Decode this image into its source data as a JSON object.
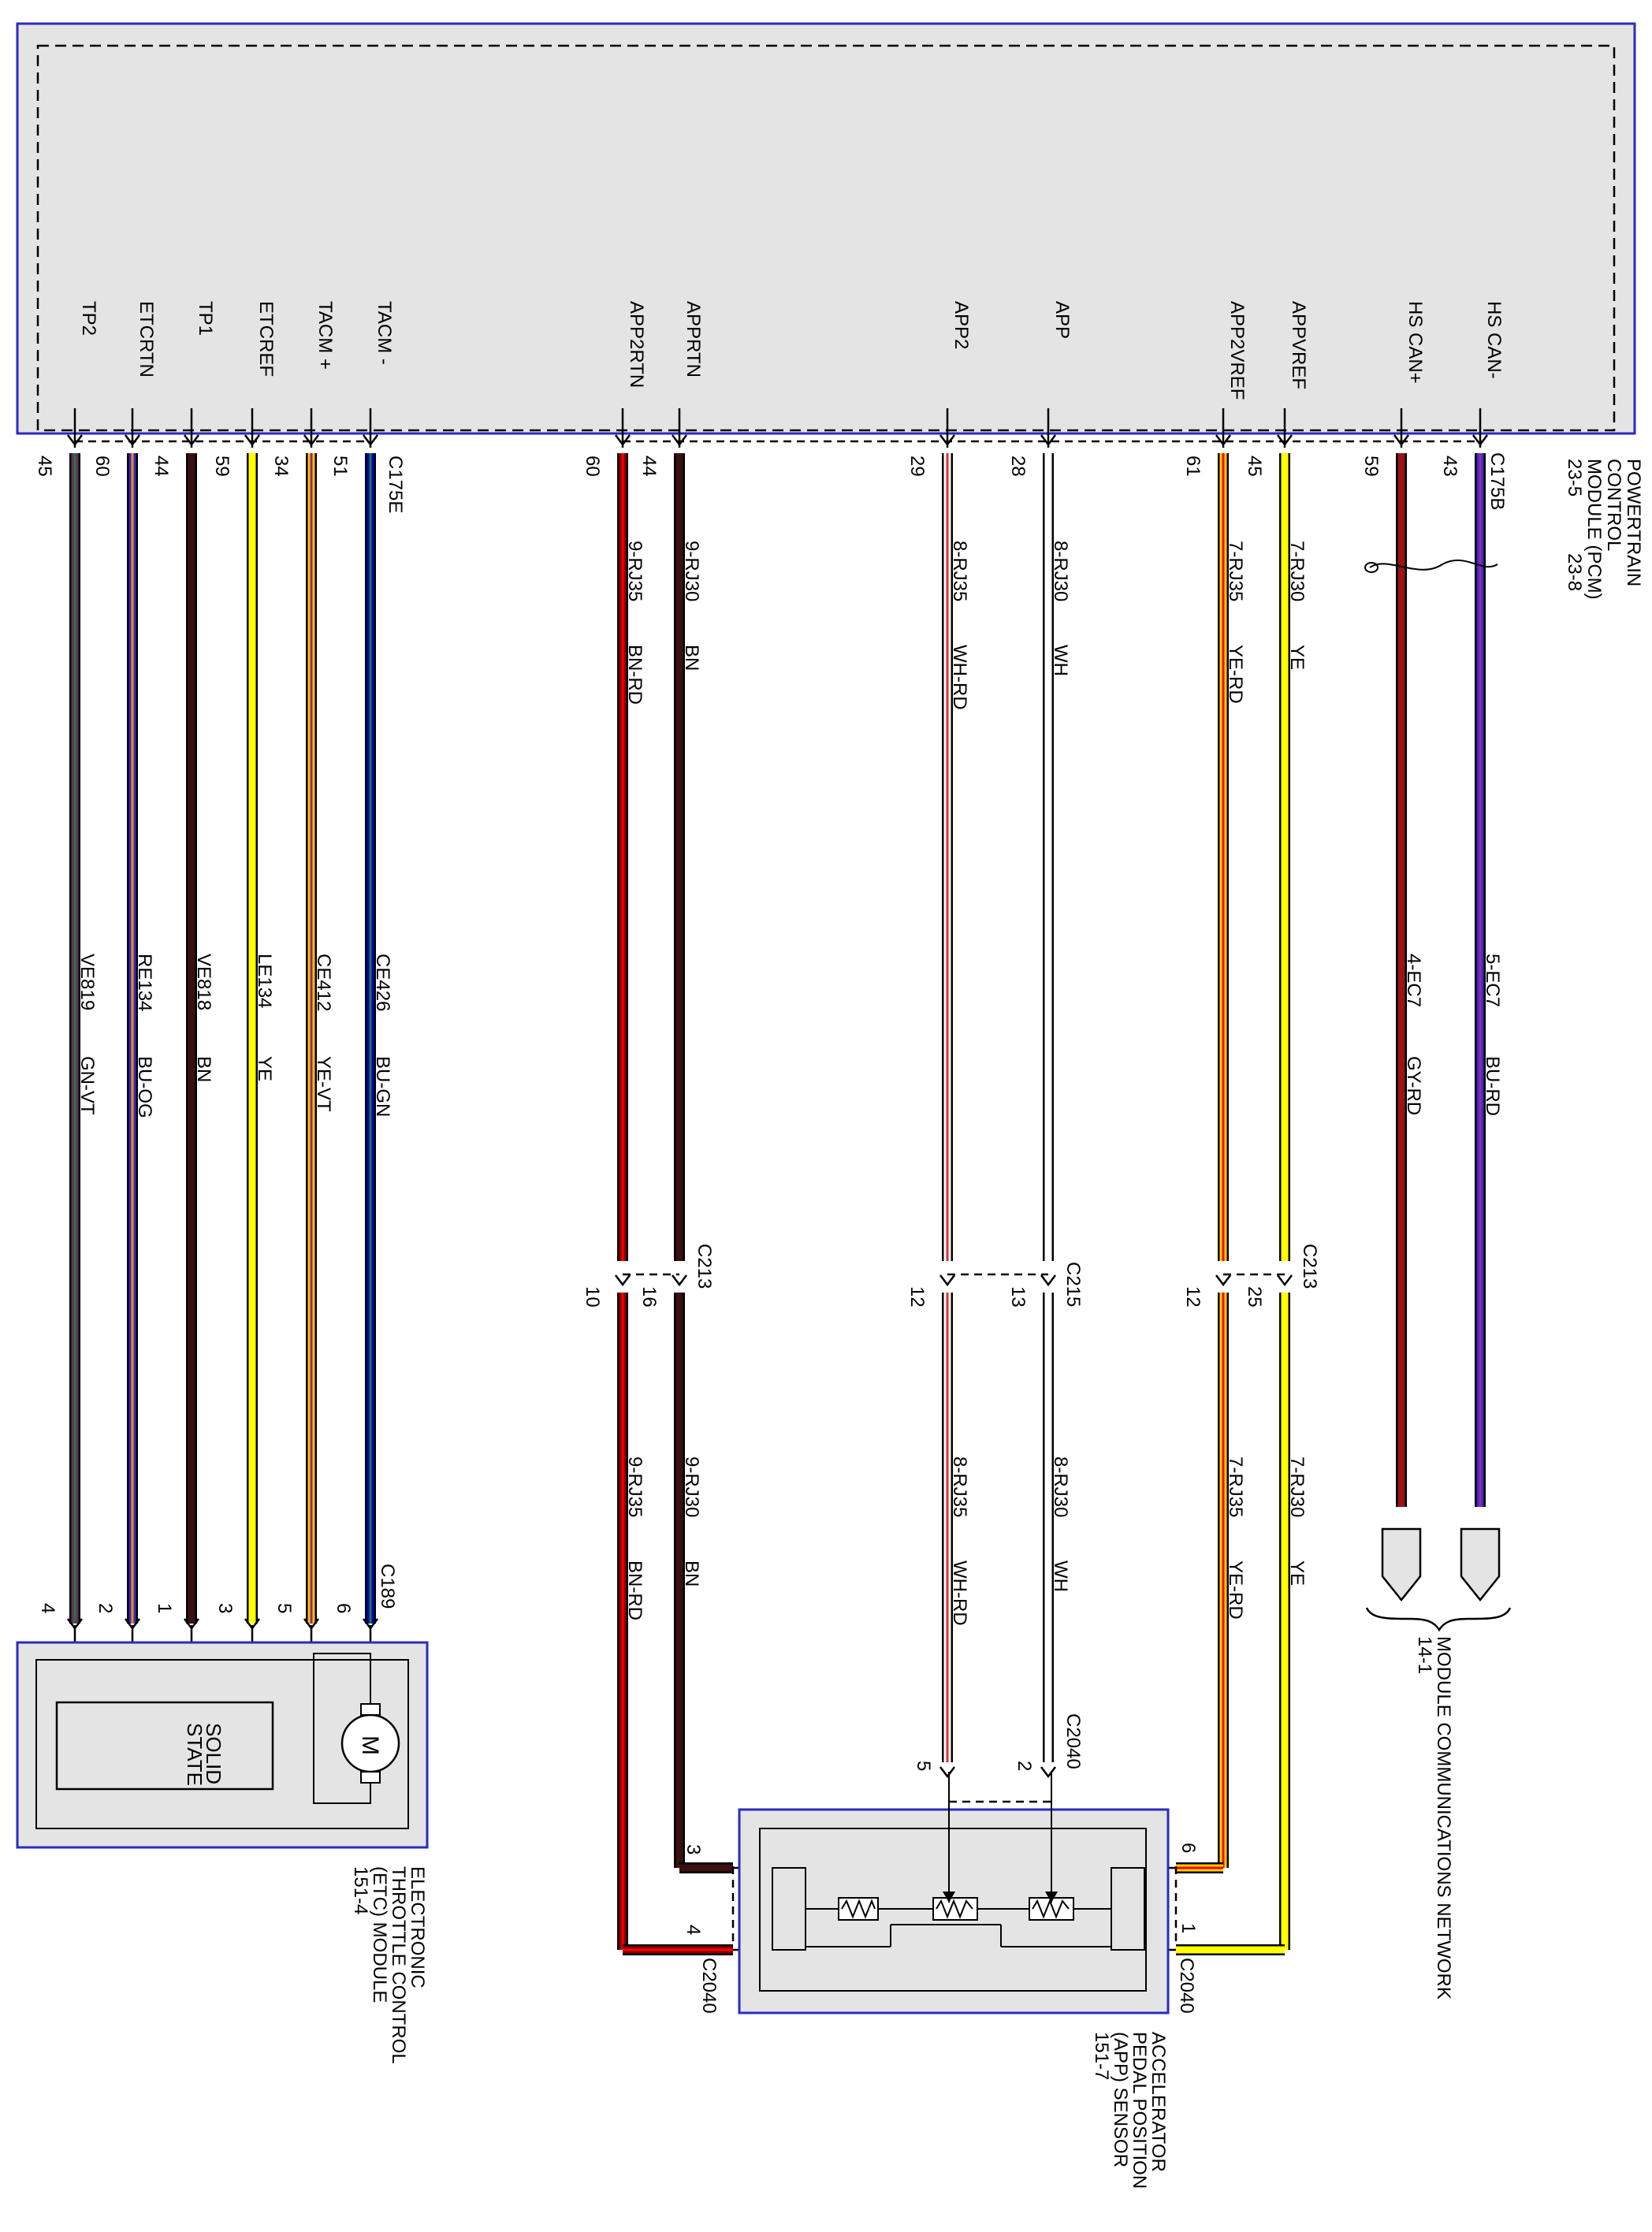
{
  "pcm": {
    "label_lines": [
      "POWERTRAIN",
      "CONTROL",
      "MODULE (PCM)",
      "23-5",
      "23-8"
    ],
    "connector_etc": "C175E",
    "connector_app": "C175B",
    "pins": [
      {
        "id": "tp2",
        "name": "TP2",
        "pin": "45"
      },
      {
        "id": "etcrtn",
        "name": "ETCRTN",
        "pin": "60"
      },
      {
        "id": "tp1",
        "name": "TP1",
        "pin": "44"
      },
      {
        "id": "etcref",
        "name": "ETCREF",
        "pin": "59"
      },
      {
        "id": "tacmp",
        "name": "TACM +",
        "pin": "34"
      },
      {
        "id": "tacmm",
        "name": "TACM -",
        "pin": "51"
      },
      {
        "id": "app2rtn",
        "name": "APP2RTN",
        "pin": "60"
      },
      {
        "id": "apprtn",
        "name": "APPRTN",
        "pin": "44"
      },
      {
        "id": "app2",
        "name": "APP2",
        "pin": "29"
      },
      {
        "id": "app",
        "name": "APP",
        "pin": "28"
      },
      {
        "id": "app2vref",
        "name": "APP2VREF",
        "pin": "61"
      },
      {
        "id": "appvref",
        "name": "APPVREF",
        "pin": "45"
      },
      {
        "id": "hscanp",
        "name": "HS CAN+",
        "pin": "59"
      },
      {
        "id": "hscanm",
        "name": "HS CAN-",
        "pin": "43"
      }
    ]
  },
  "wires": [
    {
      "id": "tp2",
      "circuit": "VE819",
      "color": "GN-VT",
      "colors": [
        "#6b2a6b",
        "#1f7a2a"
      ],
      "end_pin": "4"
    },
    {
      "id": "etcrtn",
      "circuit": "RE134",
      "color": "BU-OG",
      "colors": [
        "#2a2ad0",
        "#ff8c00"
      ],
      "end_pin": "2"
    },
    {
      "id": "tp1",
      "circuit": "VE818",
      "color": "BN",
      "colors": [
        "#3a1010"
      ],
      "end_pin": "1"
    },
    {
      "id": "etcref",
      "circuit": "LE134",
      "color": "YE",
      "colors": [
        "#ffff00"
      ],
      "end_pin": "3"
    },
    {
      "id": "tacmp",
      "circuit": "CE412",
      "color": "YE-VT",
      "colors": [
        "#ffc000",
        "#8a2c8a"
      ],
      "end_pin": "5"
    },
    {
      "id": "tacmm",
      "circuit": "CE426",
      "color": "BU-GN",
      "colors": [
        "#0000cc",
        "#1f7a2a"
      ],
      "end_pin": "6"
    },
    {
      "id": "app2rtn",
      "circuit": "9-RJ35",
      "color": "BN-RD",
      "colors": [
        "#8b0000",
        "#ff0000"
      ],
      "inline_pin": "10",
      "end_pin": "4"
    },
    {
      "id": "apprtn",
      "circuit": "9-RJ30",
      "color": "BN",
      "colors": [
        "#3a1010"
      ],
      "inline_pin": "16",
      "end_pin": "3"
    },
    {
      "id": "app2",
      "circuit": "8-RJ35",
      "color": "WH-RD",
      "colors": [
        "#ffffff",
        "#e03030"
      ],
      "inline_pin": "12",
      "end_pin": "5"
    },
    {
      "id": "app",
      "circuit": "8-RJ30",
      "color": "WH",
      "colors": [
        "#ffffff"
      ],
      "inline_pin": "13",
      "end_pin": "2"
    },
    {
      "id": "app2vref",
      "circuit": "7-RJ35",
      "color": "YE-RD",
      "colors": [
        "#ffd000",
        "#ff0000"
      ],
      "inline_pin": "12",
      "end_pin": "6"
    },
    {
      "id": "appvref",
      "circuit": "7-RJ30",
      "color": "YE",
      "colors": [
        "#ffff00"
      ],
      "inline_pin": "25",
      "end_pin": "1"
    },
    {
      "id": "hscanp",
      "circuit": "4-EC7",
      "color": "GY-RD",
      "colors": [
        "#7a2020",
        "#cc0000"
      ]
    },
    {
      "id": "hscanm",
      "circuit": "5-EC7",
      "color": "BU-RD",
      "colors": [
        "#3030d0",
        "#b02090"
      ]
    }
  ],
  "inline_connectors": {
    "brown_pair": "C213",
    "white_pair": "C215",
    "yellow_pair": "C213"
  },
  "etc_module": {
    "connector": "C189",
    "solid_state": [
      "SOLID",
      "STATE"
    ],
    "motor": "M",
    "label_lines": [
      "ELECTRONIC",
      "THROTTLE CONTROL",
      "(ETC) MODULE",
      "151-4"
    ]
  },
  "app_sensor": {
    "connector_top": "C2040",
    "connector_left": "C2040",
    "connector_right": "C2040",
    "label_lines": [
      "ACCELERATOR",
      "PEDAL POSITION",
      "(APP) SENSOR",
      "151-7"
    ]
  },
  "network": {
    "label_lines": [
      "MODULE COMMUNICATIONS NETWORK",
      "14-1"
    ]
  },
  "colors": {
    "module_fill": "#e4e4e4",
    "module_border": "#2b2bbf",
    "line": "#000000"
  }
}
